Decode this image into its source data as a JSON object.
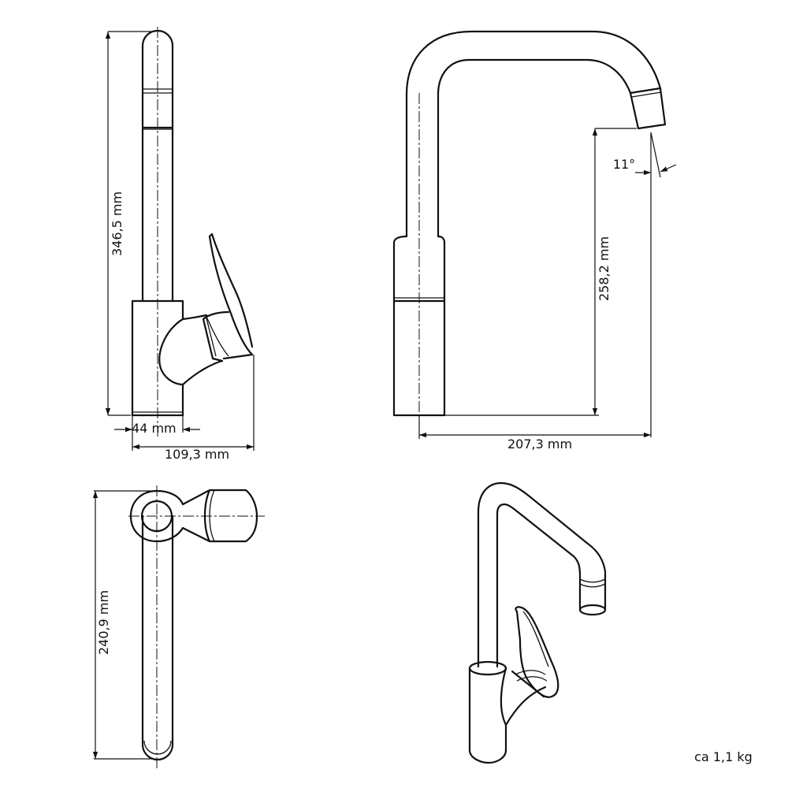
{
  "dimensions": {
    "height_side": "346,5 mm",
    "base_diameter": "44 mm",
    "depth_side": "109,3 mm",
    "spout_height": "258,2 mm",
    "spout_angle": "11°",
    "reach": "207,3 mm",
    "top_length": "240,9 mm"
  },
  "weight": "ca 1,1 kg"
}
